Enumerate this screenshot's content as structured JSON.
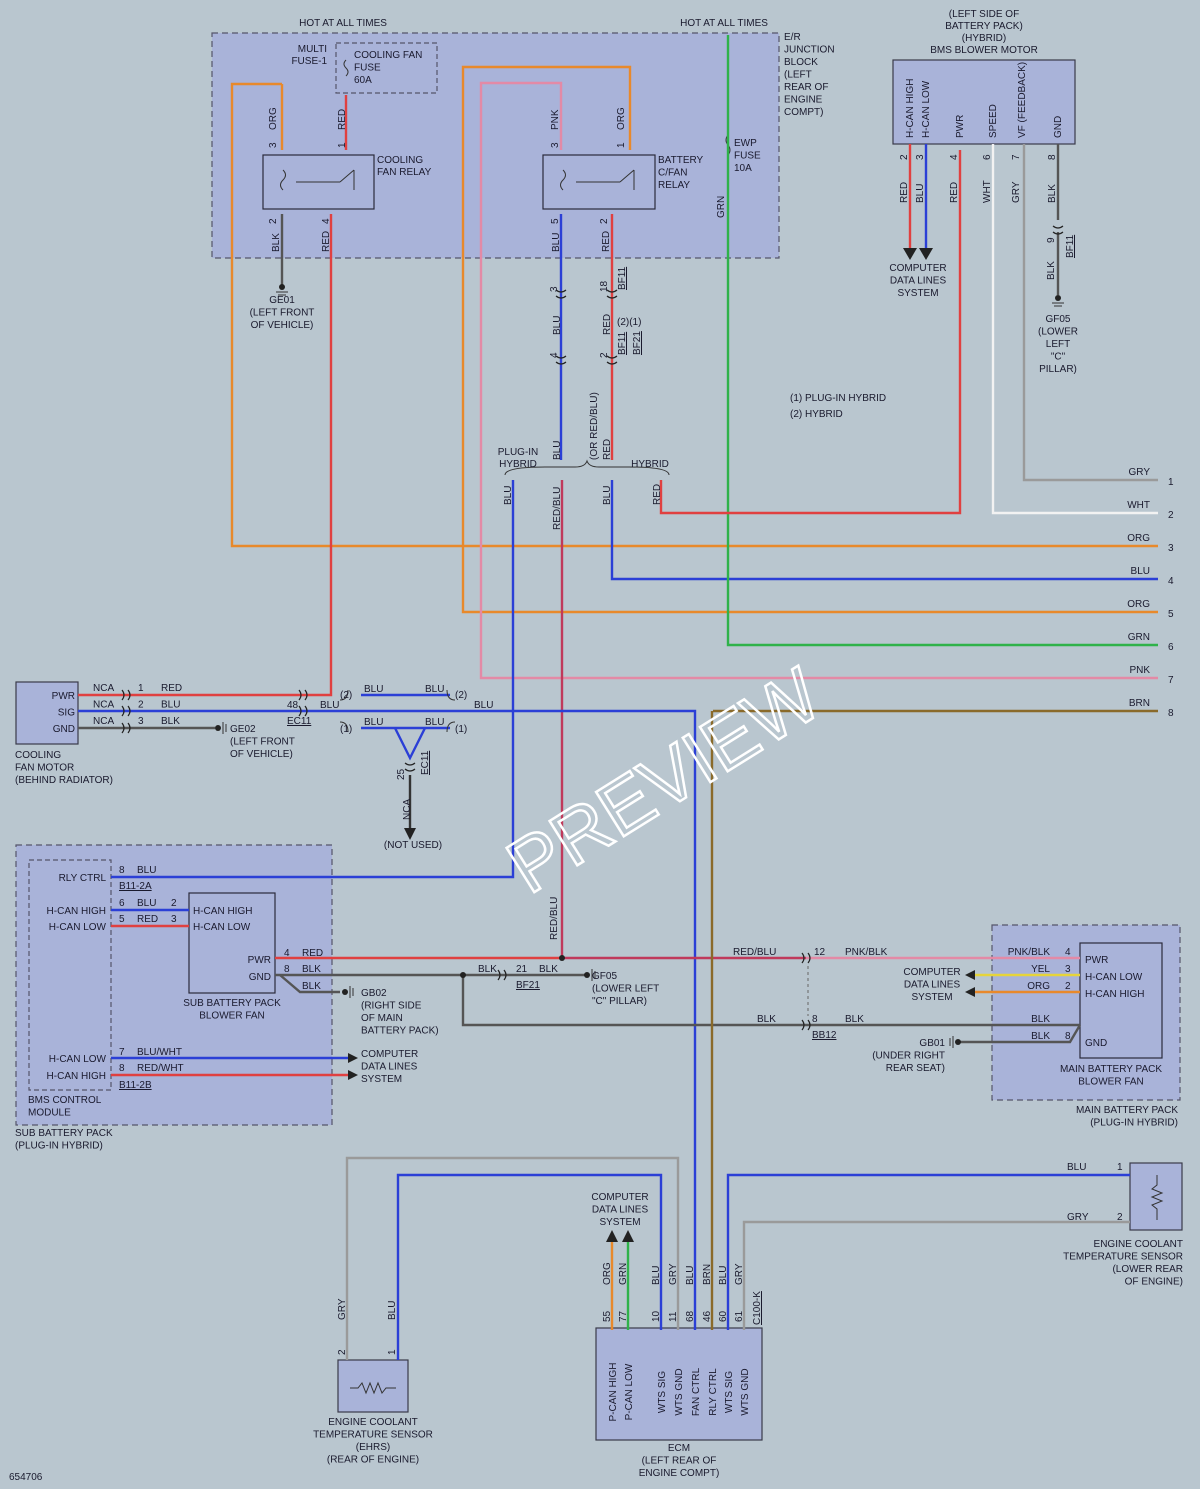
{
  "header": {
    "hot_left": "HOT AT ALL TIMES",
    "hot_right": "HOT AT ALL TIMES"
  },
  "junction_block": {
    "label": [
      "E/R",
      "JUNCTION",
      "BLOCK",
      "(LEFT",
      "REAR OF",
      "ENGINE",
      "COMPT)"
    ],
    "multi_fuse": [
      "MULTI",
      "FUSE-1"
    ],
    "cooling_fan_fuse": [
      "COOLING FAN",
      "FUSE",
      "60A"
    ],
    "ewp_fuse": [
      "EWP",
      "FUSE",
      "10A"
    ],
    "cooling_fan_relay": [
      "COOLING",
      "FAN RELAY"
    ],
    "battery_relay": [
      "BATTERY",
      "C/FAN",
      "RELAY"
    ]
  },
  "bms_blower_motor": {
    "label": [
      "(LEFT SIDE OF",
      "BATTERY PACK)",
      "(HYBRID)",
      "BMS BLOWER MOTOR"
    ],
    "pins": [
      "H-CAN HIGH",
      "H-CAN LOW",
      "PWR",
      "SPEED",
      "VF (FEEDBACK)",
      "GND"
    ],
    "pin_numbers": [
      "2",
      "3",
      "4",
      "6",
      "7",
      "8"
    ],
    "wire_colors": [
      "RED",
      "BLU",
      "RED",
      "WHT",
      "GRY",
      "BLK"
    ]
  },
  "grounds": {
    "ge01": [
      "GE01",
      "(LEFT FRONT",
      "OF VEHICLE)"
    ],
    "gf05_top": [
      "GF05",
      "(LOWER",
      "LEFT",
      "\"C\"",
      "PILLAR)"
    ],
    "ge02": [
      "GE02",
      "(LEFT FRONT",
      "OF VEHICLE)"
    ],
    "gb02": [
      "GB02",
      "(RIGHT SIDE",
      "OF MAIN",
      "BATTERY PACK)"
    ],
    "gf05_mid": [
      "GF05",
      "(LOWER LEFT",
      "\"C\" PILLAR)"
    ],
    "gb01": [
      "GB01",
      "(UNDER RIGHT",
      "REAR SEAT)"
    ]
  },
  "computer_data_lines": [
    "COMPUTER",
    "DATA LINES",
    "SYSTEM"
  ],
  "legend": {
    "plug_in_hybrid": "PLUG-IN HYBRID",
    "hybrid": "HYBRID",
    "circle1": "1",
    "circle2": "2"
  },
  "branch_labels": {
    "plug_in_hybrid": [
      "PLUG-IN",
      "HYBRID"
    ],
    "or_red_blu": "(OR RED/BLU)",
    "hybrid": "HYBRID"
  },
  "right_wires": [
    {
      "color": "GRY",
      "num": "1",
      "hex": "#9a9a9a"
    },
    {
      "color": "WHT",
      "num": "2",
      "hex": "#f2f2f2"
    },
    {
      "color": "ORG",
      "num": "3",
      "hex": "#e8892b"
    },
    {
      "color": "BLU",
      "num": "4",
      "hex": "#2b3fd6"
    },
    {
      "color": "ORG",
      "num": "5",
      "hex": "#e8892b"
    },
    {
      "color": "GRN",
      "num": "6",
      "hex": "#2fb24a"
    },
    {
      "color": "PNK",
      "num": "7",
      "hex": "#e38aa6"
    },
    {
      "color": "BRN",
      "num": "8",
      "hex": "#8a6a2a"
    }
  ],
  "cooling_fan_motor": {
    "pins": [
      "PWR",
      "SIG",
      "GND"
    ],
    "nca": "NCA",
    "label": [
      "COOLING",
      "FAN MOTOR",
      "(BEHIND RADIATOR)"
    ]
  },
  "connectors": {
    "ec11": "EC11",
    "bf11": "BF11",
    "bf21": "BF21",
    "b11_2a": "B11-2A",
    "b11_2b": "B11-2B",
    "bb12": "BB12",
    "c100k": "C100-K",
    "not_used": "(NOT USED)"
  },
  "bms_control": {
    "pins": [
      "RLY CTRL",
      "H-CAN HIGH",
      "H-CAN LOW",
      "H-CAN LOW",
      "H-CAN HIGH"
    ],
    "label": [
      "BMS CONTROL",
      "MODULE"
    ],
    "pack_label": [
      "SUB BATTERY PACK",
      "(PLUG-IN HYBRID)"
    ]
  },
  "sub_blower": {
    "pins": [
      "H-CAN HIGH",
      "H-CAN LOW",
      "PWR",
      "GND"
    ],
    "label": [
      "SUB BATTERY PACK",
      "BLOWER FAN"
    ]
  },
  "main_blower": {
    "pins": [
      "PWR",
      "H-CAN LOW",
      "H-CAN HIGH",
      "GND"
    ],
    "label": [
      "MAIN BATTERY PACK",
      "BLOWER FAN"
    ],
    "pack_label": [
      "MAIN BATTERY PACK",
      "(PLUG-IN HYBRID)"
    ]
  },
  "ecm": {
    "pins": [
      "P-CAN HIGH",
      "P-CAN LOW",
      "WTS SIG",
      "WTS GND",
      "FAN CTRL",
      "RLY CTRL",
      "WTS SIG",
      "WTS GND"
    ],
    "pin_numbers": [
      "55",
      "77",
      "10",
      "11",
      "68",
      "46",
      "60",
      "61"
    ],
    "wire_colors": [
      "ORG",
      "GRN",
      "BLU",
      "GRY",
      "BLU",
      "BRN",
      "BLU",
      "GRY"
    ],
    "label": [
      "ECM",
      "(LEFT REAR OF",
      "ENGINE COMPT)"
    ]
  },
  "ects_right": {
    "label": [
      "ENGINE COOLANT",
      "TEMPERATURE SENSOR",
      "(LOWER REAR",
      "OF ENGINE)"
    ]
  },
  "ects_left": {
    "label": [
      "ENGINE COOLANT",
      "TEMPERATURE SENSOR",
      "(EHRS)",
      "(REAR OF ENGINE)"
    ]
  },
  "watermark": "PREVIEW",
  "figure_id": "654706"
}
